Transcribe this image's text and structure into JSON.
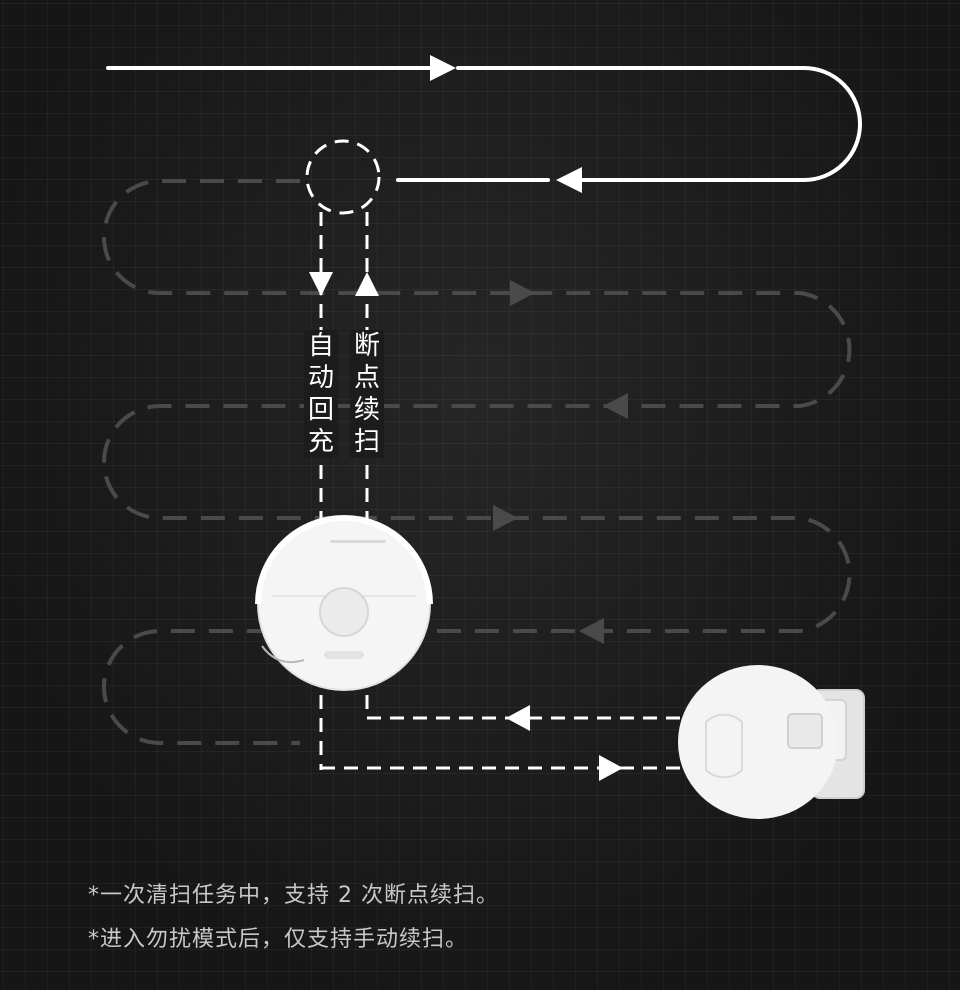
{
  "labels": {
    "auto_recharge": "自动回充",
    "resume_cleaning": "断点续扫"
  },
  "notes": [
    "*一次清扫任务中，支持 2 次断点续扫。",
    "*进入勿扰模式后，仅支持手动续扫。"
  ],
  "colors": {
    "background": "#1c1c1c",
    "path_primary": "#ffffff",
    "path_dim": "#4a4a4a",
    "note_text": "#c8c8c8"
  },
  "icons": [
    "robot-vacuum-icon",
    "charging-dock-icon",
    "arrow-icon"
  ]
}
